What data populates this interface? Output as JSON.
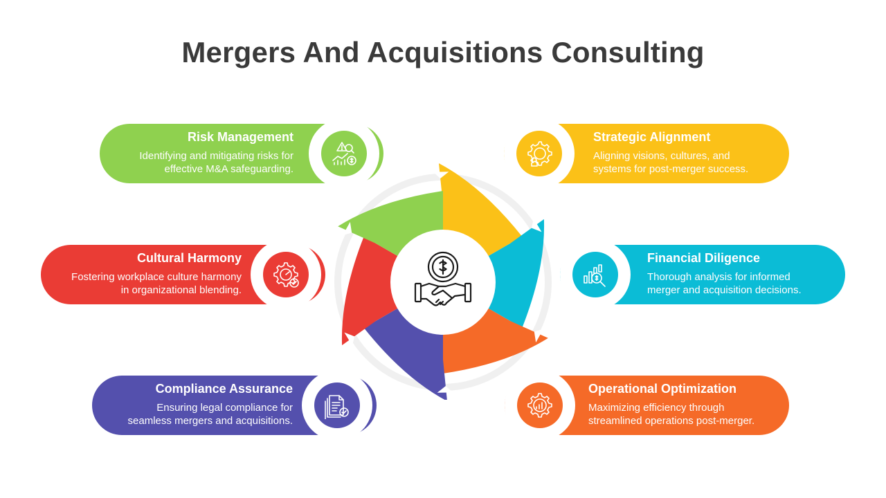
{
  "title": "Mergers And Acquisitions Consulting",
  "colors": {
    "green": "#8fd14f",
    "yellow": "#fbc118",
    "red": "#ea3c35",
    "cyan": "#0bbcd6",
    "purple": "#5450ad",
    "orange": "#f56a28",
    "title": "#3a3a3a"
  },
  "items": [
    {
      "heading": "Risk Management",
      "description_1": "Identifying and mitigating risks for",
      "description_2": "effective M&A safeguarding.",
      "icon": "risk-chart-icon"
    },
    {
      "heading": "Strategic Alignment",
      "description_1": "Aligning visions, cultures, and",
      "description_2": "systems for post-merger success.",
      "icon": "strategy-gear-icon"
    },
    {
      "heading": "Cultural Harmony",
      "description_1": "Fostering workplace culture harmony",
      "description_2": "in organizational blending.",
      "icon": "culture-gear-icon"
    },
    {
      "heading": "Financial Diligence",
      "description_1": "Thorough analysis for informed",
      "description_2": "merger and acquisition decisions.",
      "icon": "financial-analysis-icon"
    },
    {
      "heading": "Compliance Assurance",
      "description_1": "Ensuring legal compliance for",
      "description_2": "seamless mergers and acquisitions.",
      "icon": "compliance-document-icon"
    },
    {
      "heading": "Operational Optimization",
      "description_1": "Maximizing efficiency through",
      "description_2": "streamlined operations post-merger.",
      "icon": "operations-gear-icon"
    }
  ],
  "center_icon": "handshake-dollar-icon"
}
